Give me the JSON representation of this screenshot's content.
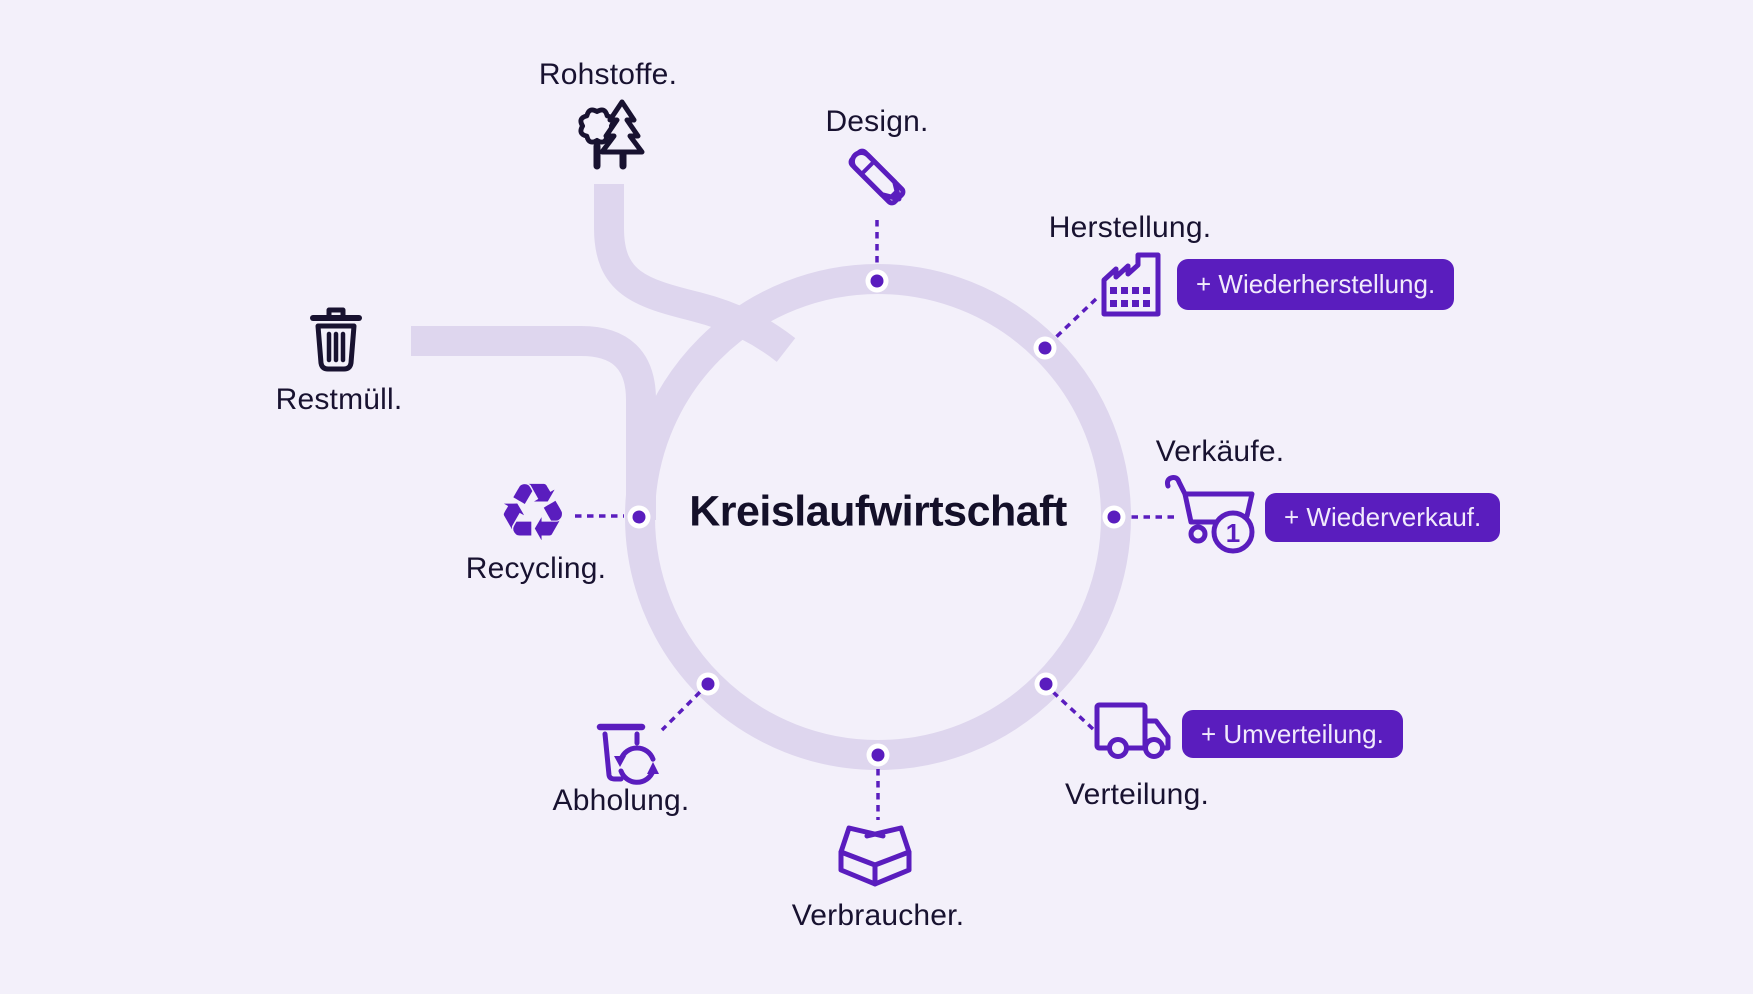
{
  "title": "Kreislaufwirtschaft",
  "badge": {
    "value": "1"
  },
  "glyphs": {
    "recycle": "♻"
  },
  "colors": {
    "background": "#f3f0fa",
    "flow_band": "#ded6ee",
    "accent_purple": "#5a1dbe",
    "dark_text": "#181230",
    "button_text": "#f1eafc"
  },
  "stages": {
    "rohstoffe": {
      "label": "Rohstoffe."
    },
    "design": {
      "label": "Design."
    },
    "herstellung": {
      "label": "Herstellung.",
      "action": "+ Wiederherstellung."
    },
    "verkaeufe": {
      "label": "Verkäufe.",
      "action": "+ Wiederverkauf."
    },
    "verteilung": {
      "label": "Verteilung.",
      "action": "+ Umverteilung."
    },
    "verbraucher": {
      "label": "Verbraucher."
    },
    "abholung": {
      "label": "Abholung."
    },
    "recycling": {
      "label": "Recycling."
    },
    "restmuell": {
      "label": "Restmüll."
    }
  }
}
